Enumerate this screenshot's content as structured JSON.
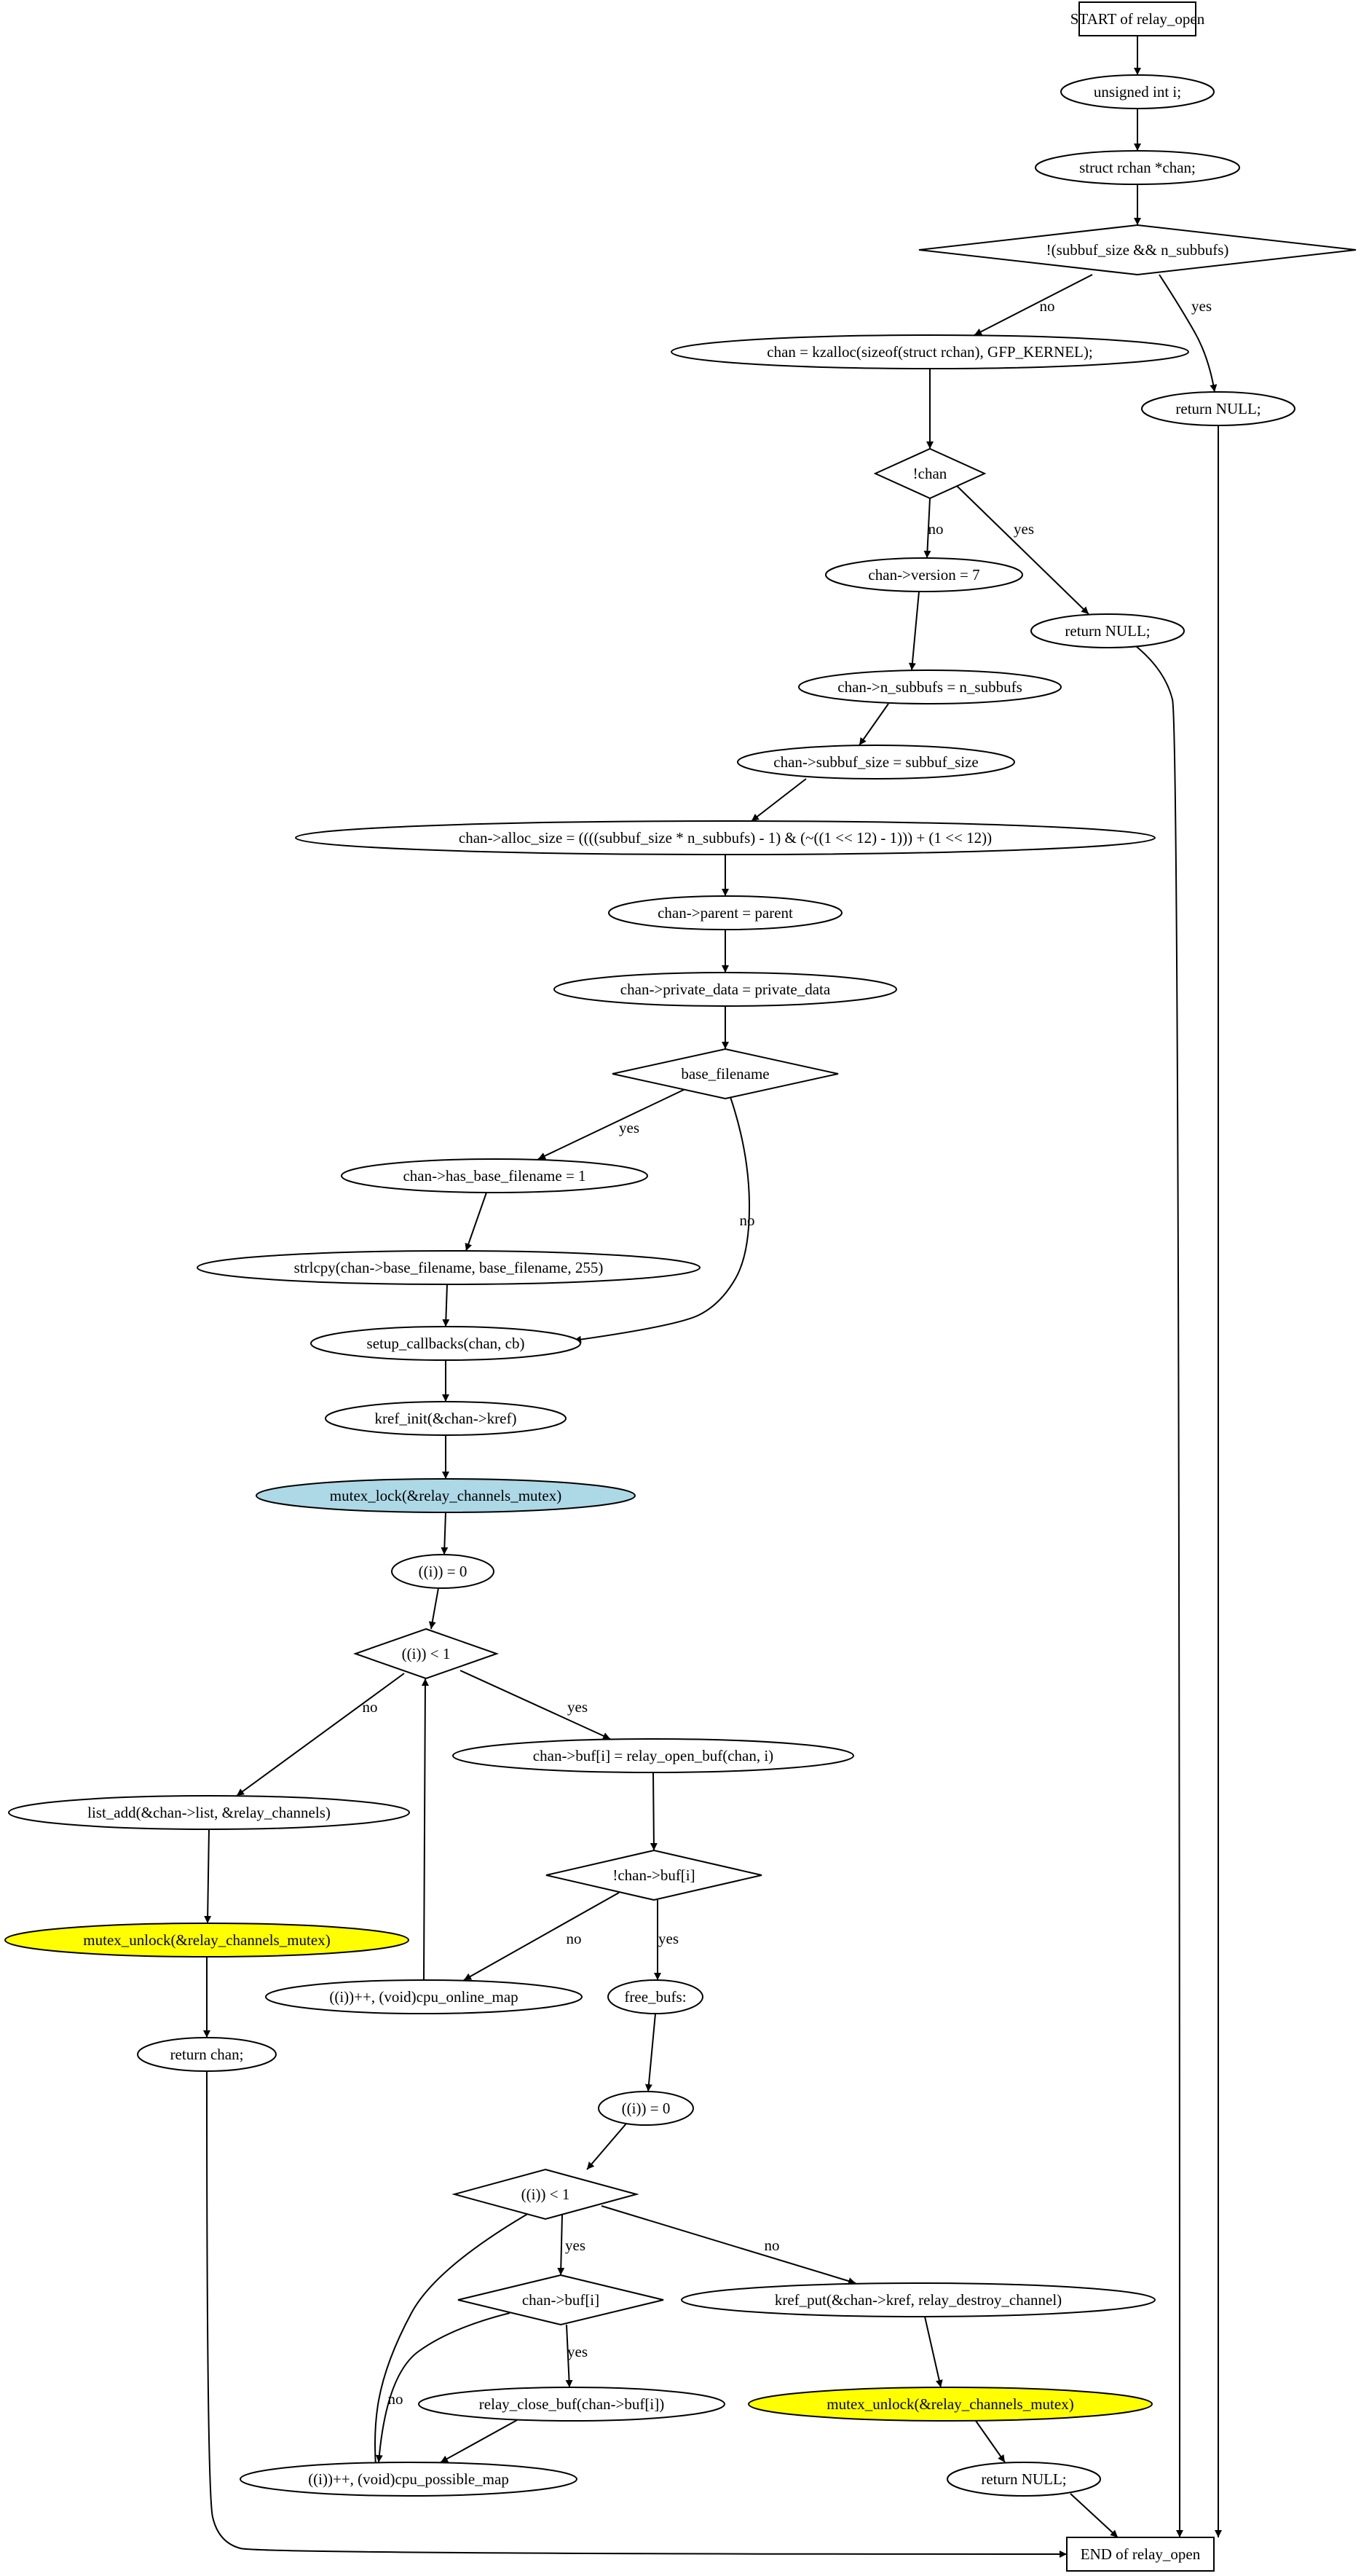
{
  "nodes": {
    "n1": {
      "label": "START of relay_open",
      "shape": "box",
      "fill": "#ffffff"
    },
    "n2": {
      "label": "unsigned int i;",
      "shape": "ellipse",
      "fill": "#ffffff"
    },
    "n3": {
      "label": "struct rchan *chan;",
      "shape": "ellipse",
      "fill": "#ffffff"
    },
    "n4": {
      "label": "!(subbuf_size && n_subbufs)",
      "shape": "diamond",
      "fill": "#ffffff"
    },
    "n5": {
      "label": "chan = kzalloc(sizeof(struct rchan), GFP_KERNEL);",
      "shape": "ellipse",
      "fill": "#ffffff"
    },
    "n6": {
      "label": "return NULL;",
      "shape": "ellipse",
      "fill": "#ffffff"
    },
    "n7": {
      "label": "!chan",
      "shape": "diamond",
      "fill": "#ffffff"
    },
    "n8": {
      "label": "chan->version = 7",
      "shape": "ellipse",
      "fill": "#ffffff"
    },
    "n9": {
      "label": "return NULL;",
      "shape": "ellipse",
      "fill": "#ffffff"
    },
    "n10": {
      "label": "chan->n_subbufs = n_subbufs",
      "shape": "ellipse",
      "fill": "#ffffff"
    },
    "n11": {
      "label": "chan->subbuf_size = subbuf_size",
      "shape": "ellipse",
      "fill": "#ffffff"
    },
    "n12": {
      "label": "chan->alloc_size = ((((subbuf_size * n_subbufs) - 1) & (~((1 << 12) - 1))) + (1 << 12))",
      "shape": "ellipse",
      "fill": "#ffffff"
    },
    "n13": {
      "label": "chan->parent = parent",
      "shape": "ellipse",
      "fill": "#ffffff"
    },
    "n14": {
      "label": "chan->private_data = private_data",
      "shape": "ellipse",
      "fill": "#ffffff"
    },
    "n15": {
      "label": "base_filename",
      "shape": "diamond",
      "fill": "#ffffff"
    },
    "n16": {
      "label": "chan->has_base_filename = 1",
      "shape": "ellipse",
      "fill": "#ffffff"
    },
    "n17": {
      "label": "strlcpy(chan->base_filename, base_filename, 255)",
      "shape": "ellipse",
      "fill": "#ffffff"
    },
    "n18": {
      "label": "setup_callbacks(chan, cb)",
      "shape": "ellipse",
      "fill": "#ffffff"
    },
    "n19": {
      "label": "kref_init(&chan->kref)",
      "shape": "ellipse",
      "fill": "#ffffff"
    },
    "n20": {
      "label": "mutex_lock(&relay_channels_mutex)",
      "shape": "ellipse",
      "fill": "#add8e6"
    },
    "n21": {
      "label": "((i)) = 0",
      "shape": "ellipse",
      "fill": "#ffffff"
    },
    "n22": {
      "label": "((i)) < 1",
      "shape": "diamond",
      "fill": "#ffffff"
    },
    "n23": {
      "label": "chan->buf[i] = relay_open_buf(chan, i)",
      "shape": "ellipse",
      "fill": "#ffffff"
    },
    "n24": {
      "label": "list_add(&chan->list, &relay_channels)",
      "shape": "ellipse",
      "fill": "#ffffff"
    },
    "n25": {
      "label": "!chan->buf[i]",
      "shape": "diamond",
      "fill": "#ffffff"
    },
    "n26": {
      "label": "mutex_unlock(&relay_channels_mutex)",
      "shape": "ellipse",
      "fill": "#ffff00"
    },
    "n27": {
      "label": "((i))++, (void)cpu_online_map",
      "shape": "ellipse",
      "fill": "#ffffff"
    },
    "n28": {
      "label": "free_bufs:",
      "shape": "ellipse",
      "fill": "#ffffff"
    },
    "n29": {
      "label": "return chan;",
      "shape": "ellipse",
      "fill": "#ffffff"
    },
    "n30": {
      "label": "((i)) = 0",
      "shape": "ellipse",
      "fill": "#ffffff"
    },
    "n31": {
      "label": "((i)) < 1",
      "shape": "diamond",
      "fill": "#ffffff"
    },
    "n32": {
      "label": "chan->buf[i]",
      "shape": "diamond",
      "fill": "#ffffff"
    },
    "n33": {
      "label": "kref_put(&chan->kref, relay_destroy_channel)",
      "shape": "ellipse",
      "fill": "#ffffff"
    },
    "n34": {
      "label": "relay_close_buf(chan->buf[i])",
      "shape": "ellipse",
      "fill": "#ffffff"
    },
    "n35": {
      "label": "mutex_unlock(&relay_channels_mutex)",
      "shape": "ellipse",
      "fill": "#ffff00"
    },
    "n36": {
      "label": "((i))++, (void)cpu_possible_map",
      "shape": "ellipse",
      "fill": "#ffffff"
    },
    "n37": {
      "label": "return NULL;",
      "shape": "ellipse",
      "fill": "#ffffff"
    },
    "n38": {
      "label": "END of relay_open",
      "shape": "box",
      "fill": "#ffffff"
    }
  },
  "edges": [
    {
      "from": "n1",
      "to": "n2",
      "label": ""
    },
    {
      "from": "n2",
      "to": "n3",
      "label": ""
    },
    {
      "from": "n3",
      "to": "n4",
      "label": ""
    },
    {
      "from": "n4",
      "to": "n5",
      "label": "no"
    },
    {
      "from": "n4",
      "to": "n6",
      "label": "yes"
    },
    {
      "from": "n5",
      "to": "n7",
      "label": ""
    },
    {
      "from": "n6",
      "to": "n38",
      "label": ""
    },
    {
      "from": "n7",
      "to": "n8",
      "label": "no"
    },
    {
      "from": "n7",
      "to": "n9",
      "label": "yes"
    },
    {
      "from": "n8",
      "to": "n10",
      "label": ""
    },
    {
      "from": "n9",
      "to": "n38",
      "label": ""
    },
    {
      "from": "n10",
      "to": "n11",
      "label": ""
    },
    {
      "from": "n11",
      "to": "n12",
      "label": ""
    },
    {
      "from": "n12",
      "to": "n13",
      "label": ""
    },
    {
      "from": "n13",
      "to": "n14",
      "label": ""
    },
    {
      "from": "n14",
      "to": "n15",
      "label": ""
    },
    {
      "from": "n15",
      "to": "n16",
      "label": "yes"
    },
    {
      "from": "n15",
      "to": "n18",
      "label": "no"
    },
    {
      "from": "n16",
      "to": "n17",
      "label": ""
    },
    {
      "from": "n17",
      "to": "n18",
      "label": ""
    },
    {
      "from": "n18",
      "to": "n19",
      "label": ""
    },
    {
      "from": "n19",
      "to": "n20",
      "label": ""
    },
    {
      "from": "n20",
      "to": "n21",
      "label": ""
    },
    {
      "from": "n21",
      "to": "n22",
      "label": ""
    },
    {
      "from": "n22",
      "to": "n23",
      "label": "yes"
    },
    {
      "from": "n22",
      "to": "n24",
      "label": "no"
    },
    {
      "from": "n23",
      "to": "n25",
      "label": ""
    },
    {
      "from": "n24",
      "to": "n26",
      "label": ""
    },
    {
      "from": "n25",
      "to": "n27",
      "label": "no"
    },
    {
      "from": "n25",
      "to": "n28",
      "label": "yes"
    },
    {
      "from": "n27",
      "to": "n22",
      "label": ""
    },
    {
      "from": "n26",
      "to": "n29",
      "label": ""
    },
    {
      "from": "n28",
      "to": "n30",
      "label": ""
    },
    {
      "from": "n29",
      "to": "n38",
      "label": ""
    },
    {
      "from": "n30",
      "to": "n31",
      "label": ""
    },
    {
      "from": "n31",
      "to": "n32",
      "label": "yes"
    },
    {
      "from": "n31",
      "to": "n33",
      "label": "no"
    },
    {
      "from": "n32",
      "to": "n34",
      "label": "yes"
    },
    {
      "from": "n32",
      "to": "n36",
      "label": "no"
    },
    {
      "from": "n33",
      "to": "n35",
      "label": ""
    },
    {
      "from": "n34",
      "to": "n36",
      "label": ""
    },
    {
      "from": "n35",
      "to": "n37",
      "label": ""
    },
    {
      "from": "n36",
      "to": "n31",
      "label": ""
    },
    {
      "from": "n37",
      "to": "n38",
      "label": ""
    }
  ]
}
